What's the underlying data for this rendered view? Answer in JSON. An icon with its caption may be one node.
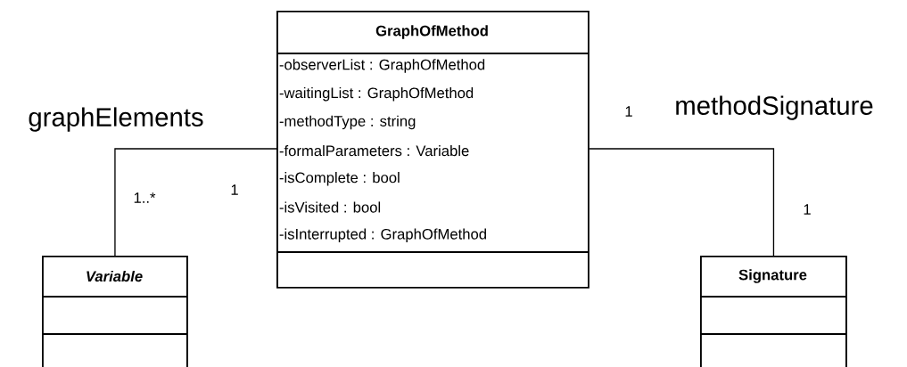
{
  "diagram": {
    "nodes": [
      {
        "text": [
          "GraphOfMethod",
          "-observerList : GraphOfMethod",
          "-waitingList : GraphOfMethod",
          "-methodType : string",
          "-formalParameters : Variable",
          "-isComplete : bool",
          "-isVisited : bool",
          "-isInterrupted : GraphOfMethod"
        ]
      },
      {
        "text": [
          "Variable"
        ]
      },
      {
        "text": [
          "Signature"
        ]
      }
    ],
    "edges": [
      {
        "from": 0,
        "to": 1,
        "arrow": "none",
        "label": "graphElements"
      },
      {
        "from": 0,
        "to": 2,
        "arrow": "none",
        "label": "methodSignature"
      }
    ],
    "labels": [
      "1",
      "1",
      "1..*",
      "1"
    ]
  }
}
